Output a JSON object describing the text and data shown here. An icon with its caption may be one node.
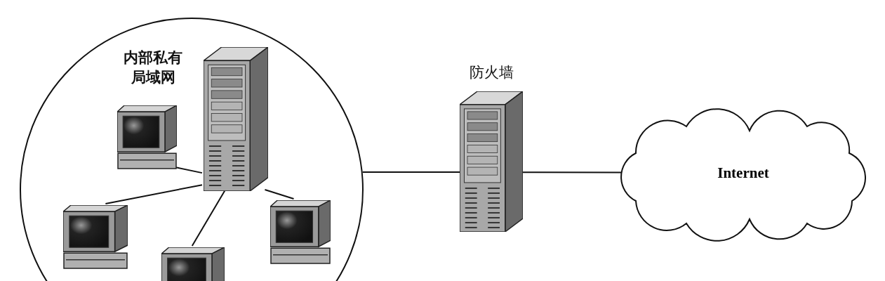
{
  "diagram": {
    "nodes": [
      {
        "text": [
          "内部私有局域网"
        ]
      },
      {
        "text": [],
        "shape": "picture",
        "in": 0
      },
      {
        "text": [],
        "shape": "picture",
        "in": 0
      },
      {
        "text": [],
        "shape": "picture",
        "in": 0
      },
      {
        "text": [],
        "shape": "picture",
        "in": 0
      },
      {
        "text": [],
        "shape": "picture",
        "in": 0
      },
      {
        "text": [
          "防火墙"
        ]
      },
      {
        "text": [
          "Internet"
        ]
      }
    ],
    "edges": [
      {
        "from": 2,
        "to": 1,
        "arrow": "none"
      },
      {
        "from": 3,
        "to": 1,
        "arrow": "none"
      },
      {
        "from": 4,
        "to": 1,
        "arrow": "none"
      },
      {
        "from": 5,
        "to": 1,
        "arrow": "none"
      },
      {
        "from": 0,
        "to": 6,
        "arrow": "none"
      },
      {
        "from": 6,
        "to": 7,
        "arrow": "none"
      }
    ]
  }
}
